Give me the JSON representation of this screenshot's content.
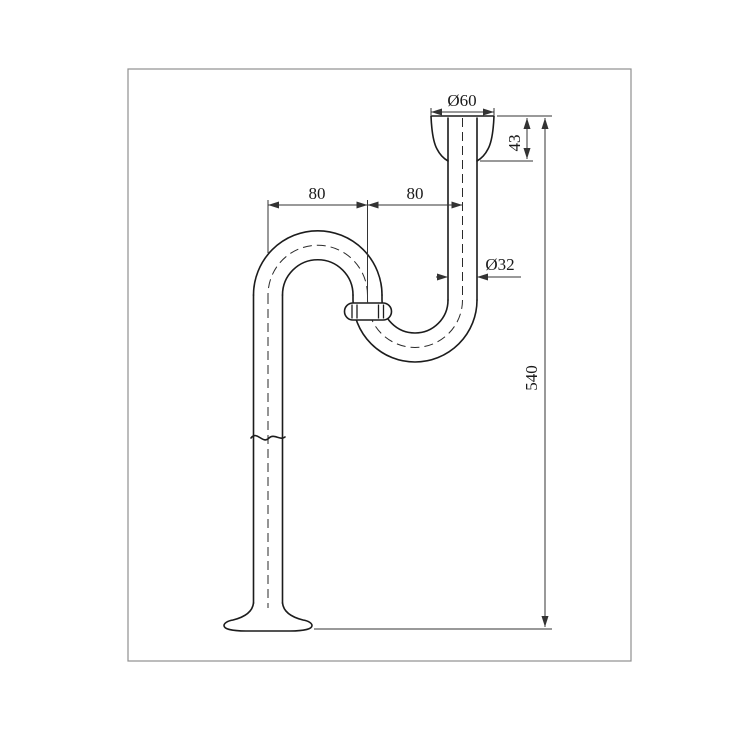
{
  "colors": {
    "background": "#ffffff",
    "outline": "#1c1c1c",
    "dimension": "#333333",
    "frame": "#8f8f8f"
  },
  "drawing": {
    "dim_inlet_diameter": "Ø60",
    "dim_inlet_height": "43",
    "dim_offset_left": "80",
    "dim_offset_right": "80",
    "dim_pipe_diameter": "Ø32",
    "dim_total_height": "540"
  }
}
